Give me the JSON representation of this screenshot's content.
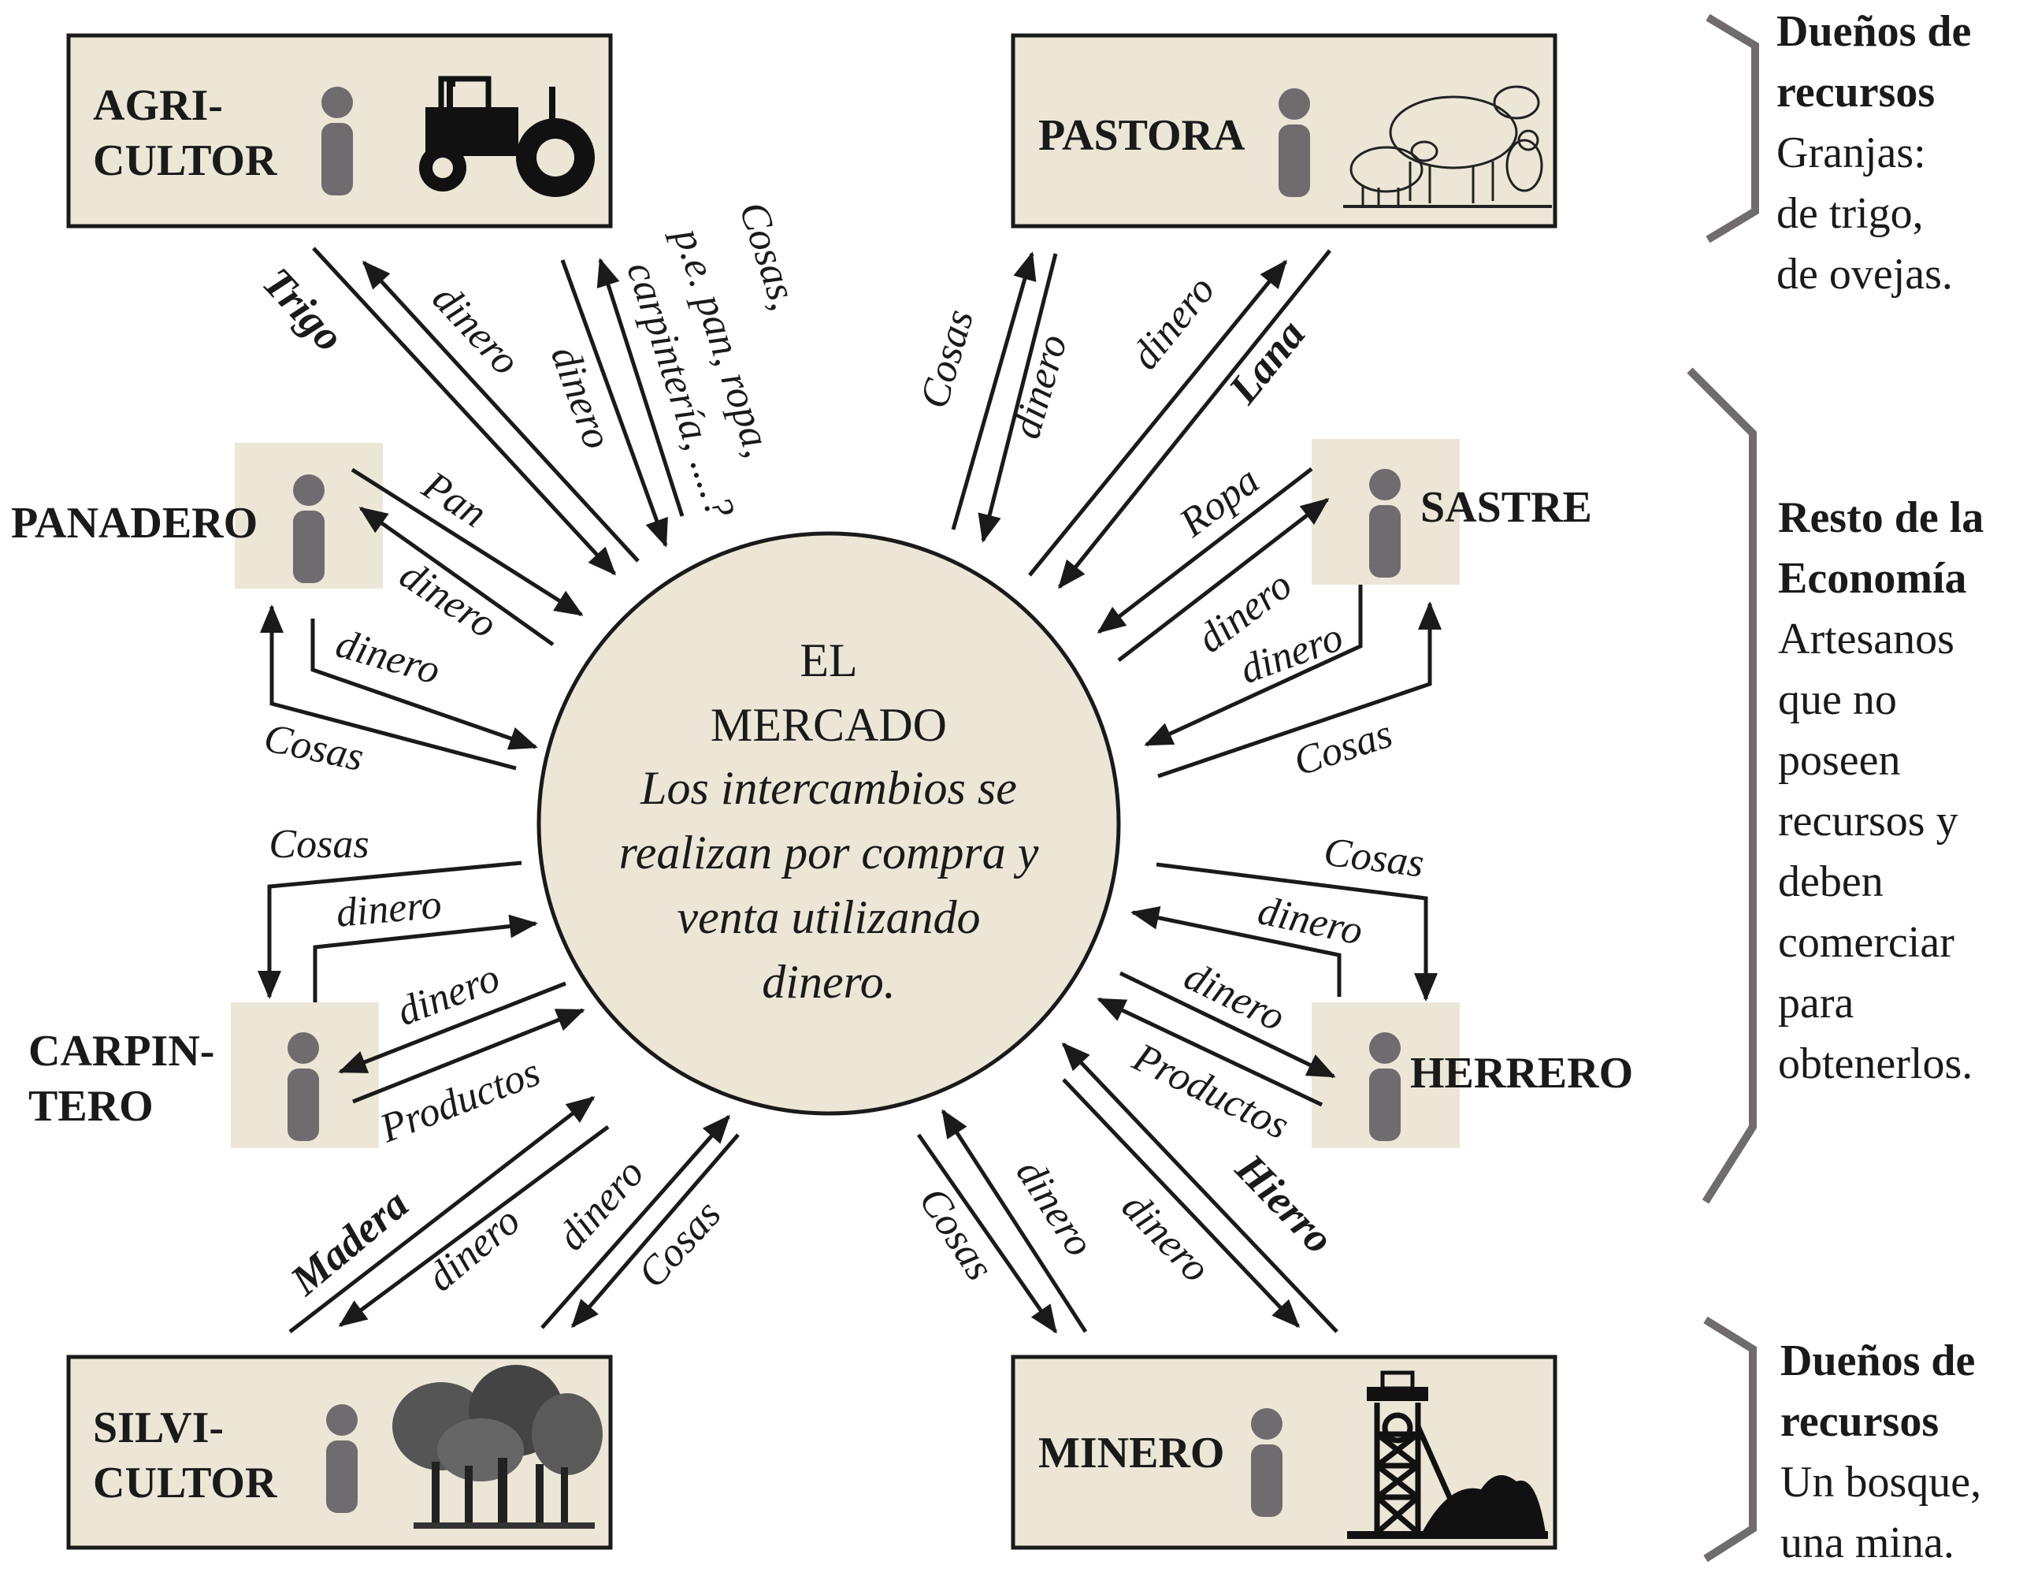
{
  "colors": {
    "box_fill": "#ebe6d6",
    "circle_fill": "#ebe6d6",
    "person": "#6f6b6e",
    "bracket": "#6f6b6e",
    "ink": "#1a1a1a"
  },
  "market": {
    "title_line1": "EL",
    "title_line2": "MERCADO",
    "desc_line1": "Los intercambios se",
    "desc_line2": "realizan por compra y",
    "desc_line3": "venta utilizando",
    "desc_line4": "dinero."
  },
  "actors": {
    "agricultor": {
      "line1": "AGRI-",
      "line2": "CULTOR",
      "icon": "tractor-icon"
    },
    "pastora": {
      "line1": "PASTORA",
      "icon": "sheep-icon"
    },
    "panadero": {
      "line1": "PANADERO"
    },
    "sastre": {
      "line1": "SASTRE"
    },
    "carpintero": {
      "line1": "CARPIN-",
      "line2": "TERO"
    },
    "herrero": {
      "line1": "HERRERO"
    },
    "silvicultor": {
      "line1": "SILVI-",
      "line2": "CULTOR",
      "icon": "forest-icon"
    },
    "minero": {
      "line1": "MINERO",
      "icon": "mine-headframe-icon"
    }
  },
  "flows": {
    "trigo": "Trigo",
    "agri_dinero_in": "dinero",
    "agri_dinero_out": "dinero",
    "cosas_ex_1": "Cosas,",
    "cosas_ex_2": "p.e. pan, ropa,",
    "cosas_ex_3": "carpintería, ....?",
    "pastora_cosas": "Cosas",
    "pastora_dinero_in": "dinero",
    "pastora_dinero_out": "dinero",
    "lana": "Lana",
    "pan": "Pan",
    "panadero_dinero_in": "dinero",
    "panadero_dinero_out": "dinero",
    "panadero_cosas": "Cosas",
    "ropa": "Ropa",
    "sastre_dinero_in": "dinero",
    "sastre_dinero_out": "dinero",
    "sastre_cosas": "Cosas",
    "carpintero_cosas": "Cosas",
    "carpintero_dinero_out": "dinero",
    "carpintero_dinero_in": "dinero",
    "carpintero_productos": "Productos",
    "herrero_cosas": "Cosas",
    "herrero_dinero_out": "dinero",
    "herrero_dinero_in": "dinero",
    "herrero_productos": "Productos",
    "madera": "Madera",
    "silvi_dinero_in": "dinero",
    "silvi_dinero_out": "dinero",
    "silvi_cosas": "Cosas",
    "minero_cosas": "Cosas",
    "minero_dinero_out": "dinero",
    "minero_dinero_in": "dinero",
    "hierro": "Hierro"
  },
  "sidebar": {
    "top": {
      "heading1": "Dueños de",
      "heading2": "recursos",
      "line1": "Granjas:",
      "line2": "de trigo,",
      "line3": "de ovejas."
    },
    "middle": {
      "heading1": "Resto de la",
      "heading2": "Economía",
      "line1": "Artesanos",
      "line2": "que no",
      "line3": "poseen",
      "line4": "recursos y",
      "line5": "deben",
      "line6": "comerciar",
      "line7": "para",
      "line8": "obtenerlos."
    },
    "bottom": {
      "heading1": "Dueños de",
      "heading2": "recursos",
      "line1": "Un bosque,",
      "line2": "una mina."
    }
  }
}
